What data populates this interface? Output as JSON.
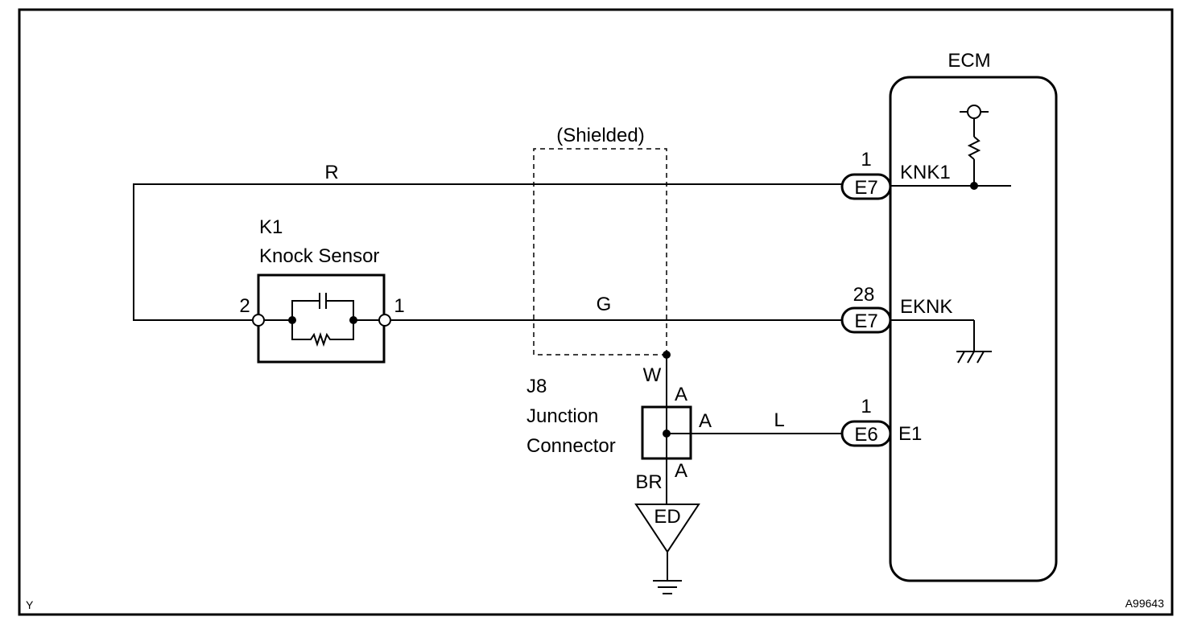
{
  "ecm": {
    "label": "ECM"
  },
  "shield": {
    "label": "(Shielded)"
  },
  "sensor": {
    "id": "K1",
    "name": "Knock Sensor",
    "pin_left": "2",
    "pin_right": "1"
  },
  "junction": {
    "id": "J8",
    "name_line1": "Junction",
    "name_line2": "Connector",
    "pin_top": "A",
    "pin_right": "A",
    "pin_bottom": "A"
  },
  "wires": {
    "red": "R",
    "green": "G",
    "white": "W",
    "blue": "L",
    "brown": "BR"
  },
  "connectors": [
    {
      "pin": "1",
      "connector": "E7",
      "terminal": "KNK1"
    },
    {
      "pin": "28",
      "connector": "E7",
      "terminal": "EKNK"
    },
    {
      "pin": "1",
      "connector": "E6",
      "terminal": "E1"
    }
  ],
  "ground": {
    "label": "ED"
  },
  "footer": {
    "left": "Y",
    "right": "A99643"
  }
}
